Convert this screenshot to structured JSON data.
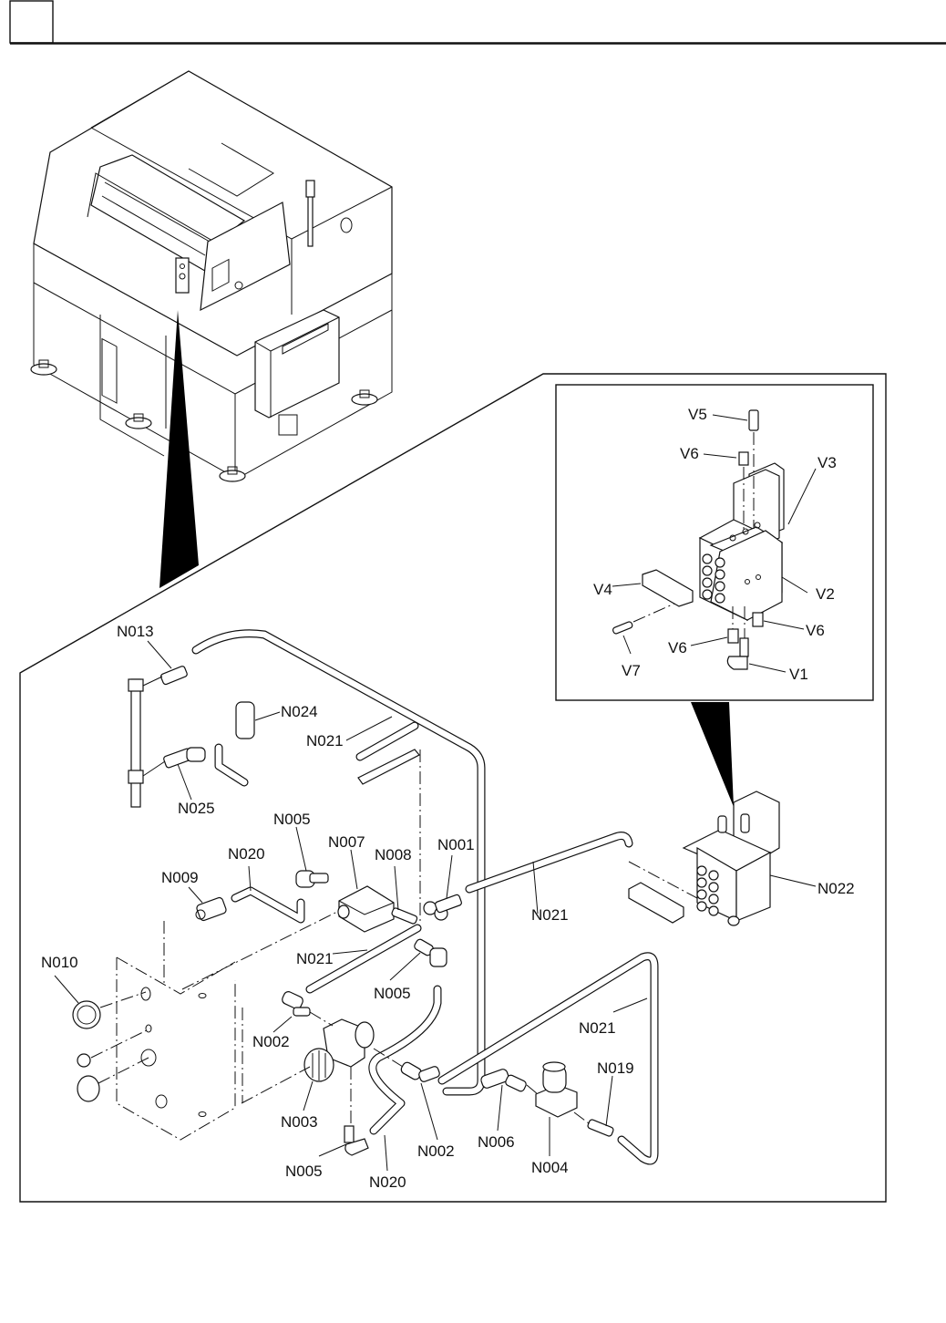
{
  "header": {
    "index_box_text": "",
    "title": ""
  },
  "overview": {
    "subject": "machine-overview",
    "callout_target": "pneumatic-assembly"
  },
  "detail_inset": {
    "subject": "valve-manifold-detail",
    "labels": [
      {
        "id": "V5",
        "text": "V5"
      },
      {
        "id": "V6a",
        "text": "V6"
      },
      {
        "id": "V3",
        "text": "V3"
      },
      {
        "id": "V4",
        "text": "V4"
      },
      {
        "id": "V2",
        "text": "V2"
      },
      {
        "id": "V6b",
        "text": "V6"
      },
      {
        "id": "V6c",
        "text": "V6"
      },
      {
        "id": "V7",
        "text": "V7"
      },
      {
        "id": "V1",
        "text": "V1"
      }
    ]
  },
  "assembly": {
    "labels": [
      {
        "id": "N013",
        "text": "N013"
      },
      {
        "id": "N024",
        "text": "N024"
      },
      {
        "id": "N021a",
        "text": "N021"
      },
      {
        "id": "N025",
        "text": "N025"
      },
      {
        "id": "N005a",
        "text": "N005"
      },
      {
        "id": "N007",
        "text": "N007"
      },
      {
        "id": "N008",
        "text": "N008"
      },
      {
        "id": "N001",
        "text": "N001"
      },
      {
        "id": "N020a",
        "text": "N020"
      },
      {
        "id": "N009",
        "text": "N009"
      },
      {
        "id": "N021b",
        "text": "N021"
      },
      {
        "id": "N022",
        "text": "N022"
      },
      {
        "id": "N010",
        "text": "N010"
      },
      {
        "id": "N021c",
        "text": "N021"
      },
      {
        "id": "N005b",
        "text": "N005"
      },
      {
        "id": "N021d",
        "text": "N021"
      },
      {
        "id": "N002a",
        "text": "N002"
      },
      {
        "id": "N019",
        "text": "N019"
      },
      {
        "id": "N003",
        "text": "N003"
      },
      {
        "id": "N002b",
        "text": "N002"
      },
      {
        "id": "N006",
        "text": "N006"
      },
      {
        "id": "N004",
        "text": "N004"
      },
      {
        "id": "N005c",
        "text": "N005"
      },
      {
        "id": "N020b",
        "text": "N020"
      }
    ]
  }
}
